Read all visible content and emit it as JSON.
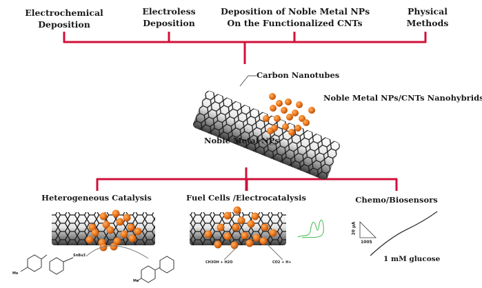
{
  "colors": {
    "connector": "#d0103a",
    "nanoparticle": "#e8731a",
    "nanotube_line": "#1a1a1a",
    "cv_curve": "#3cb84a",
    "text": "#1a1a1a"
  },
  "methods": [
    {
      "line1": "Electrochemical",
      "line2": "Deposition"
    },
    {
      "line1": "Electroless",
      "line2": "Deposition"
    },
    {
      "line1": "Deposition of Noble Metal NPs",
      "line2": "On the Functionalized CNTs"
    },
    {
      "line1": "Physical",
      "line2": "Methods"
    }
  ],
  "center": {
    "carbon_nanotubes_label": "Carbon Nanotubes",
    "hybrid_label": "Noble Metal NPs/CNTs Nanohybrids",
    "nps_label": "Noble Metal NPs"
  },
  "applications": [
    {
      "title": "Heterogeneous Catalysis",
      "subscript_reagent": "SnBu3",
      "substituent": "Me"
    },
    {
      "title": "Fuel Cells /Electrocatalysis",
      "reactants": "CH3OH + H2O",
      "products": "CO2 + H+"
    },
    {
      "title": "Chemo/Biosensors",
      "scale_y": "20 μA",
      "scale_x": "100S",
      "caption": "1 mM glucose"
    }
  ]
}
